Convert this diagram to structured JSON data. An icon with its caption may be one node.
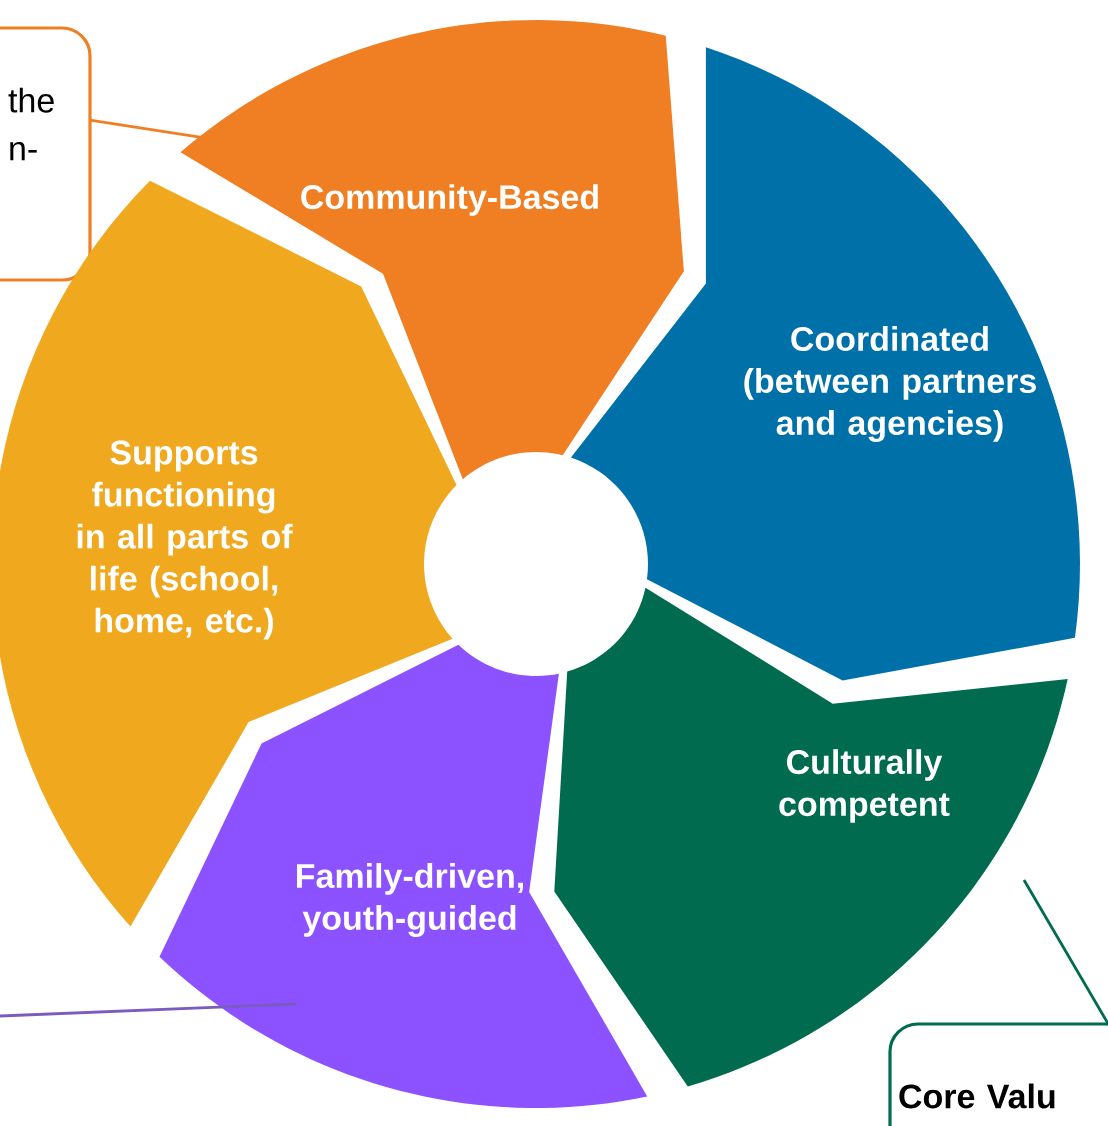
{
  "diagram": {
    "nodes": [
      {
        "text": [
          "the n-"
        ]
      },
      {
        "text": [
          "Community-Based"
        ]
      },
      {
        "text": [
          "Coordinated (between partners and agencies)"
        ]
      },
      {
        "text": [
          "Culturally competent"
        ]
      },
      {
        "text": [
          "Family-driven, youth-guided"
        ]
      },
      {
        "text": [
          "Supports functioning in all parts of life (school, home, etc.)"
        ]
      },
      {
        "text": [
          "Core Valu"
        ]
      }
    ],
    "edges": [
      {
        "from": 0,
        "to": 1,
        "arrow": "none"
      },
      {
        "from": 6,
        "to": 3,
        "arrow": "none",
        "color": "#006b4f"
      },
      {
        "from": null,
        "to": 4,
        "arrow": "none",
        "color": "#7b5bbf"
      }
    ]
  }
}
